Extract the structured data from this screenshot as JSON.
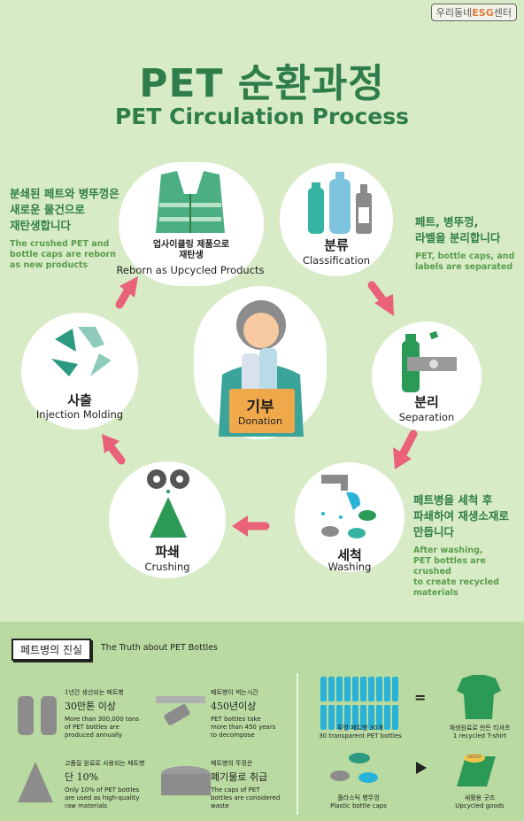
{
  "badge": {
    "prefix": "우리동네",
    "accent": "ESG",
    "suffix": "센터"
  },
  "title": {
    "ko": "PET 순환과정",
    "en": "PET Circulation Process"
  },
  "center": {
    "ko": "기부",
    "en": "Donation"
  },
  "steps": {
    "upcycle": {
      "ko1": "업사이클링 제품으로",
      "ko2": "재탄생",
      "en": "Reborn as Upcycled Products"
    },
    "classify": {
      "ko": "분류",
      "en": "Classification"
    },
    "separate": {
      "ko": "분리",
      "en": "Separation"
    },
    "wash": {
      "ko": "세척",
      "en": "Washing"
    },
    "crush": {
      "ko": "파쇄",
      "en": "Crushing"
    },
    "inject": {
      "ko": "사출",
      "en": "Injection Molding"
    }
  },
  "notes": {
    "reborn": {
      "ko1": "분쇄된 페트와 병뚜껑은",
      "ko2": "새로운 물건으로",
      "ko3": "재탄생합니다",
      "en1": "The crushed PET and",
      "en2": "bottle caps are reborn",
      "en3": "as new products"
    },
    "separate": {
      "ko1": "페트, 병뚜껑,",
      "ko2": "라벨을 분리합니다",
      "en1": "PET, bottle caps, and",
      "en2": "labels are separated"
    },
    "wash": {
      "ko1": "페트병을 세척 후",
      "ko2": "파쇄하여 재생소재로",
      "ko3": "만듭니다",
      "en1": "After washing,",
      "en2": "PET bottles are crushed",
      "en3": "to create recycled",
      "en4": "materials"
    }
  },
  "truth": {
    "label_ko": "페트병의 진실",
    "label_en": "The Truth about PET Bottles",
    "f1": {
      "hand": "1년간 생산되는 페트병",
      "big": "30만톤 이상",
      "en1": "More than 300,000 tons",
      "en2": "of PET bottles are",
      "en3": "produced annually"
    },
    "f2": {
      "hand": "페트병이 썩는시간",
      "big": "450년이상",
      "en1": "PET bottles take",
      "en2": "more than 450 years",
      "en3": "to decompose"
    },
    "f3": {
      "hand": "고품질 원료로 사용되는 페트병",
      "big": "단 10%",
      "en1": "Only 10% of PET bottles",
      "en2": "are used as high-quality",
      "en3": "raw materials"
    },
    "f4": {
      "hand": "페트병의 뚜껑은",
      "big": "폐기물로 취급",
      "en1": "The caps of PET",
      "en2": "bottles are considered",
      "en3": "waste"
    },
    "eq1": {
      "ko": "투명 페트병 30개",
      "en": "30 transparent PET bottles"
    },
    "eq2": {
      "ko": "재생원료로 만든 티셔츠",
      "en": "1 recycled T-shirt"
    },
    "eq3": {
      "ko": "플라스틱 병뚜껑",
      "en": "Plastic bottle caps"
    },
    "eq4": {
      "ko": "새활용 굿즈",
      "en": "Upcycled goods"
    },
    "equals": "=",
    "goods_label": "GOOD"
  },
  "colors": {
    "green": "#2f7d4a",
    "light_green": "#5a9d4c",
    "pink": "#e9627a",
    "teal": "#3aa39a",
    "bg": "#d7ebc6"
  }
}
